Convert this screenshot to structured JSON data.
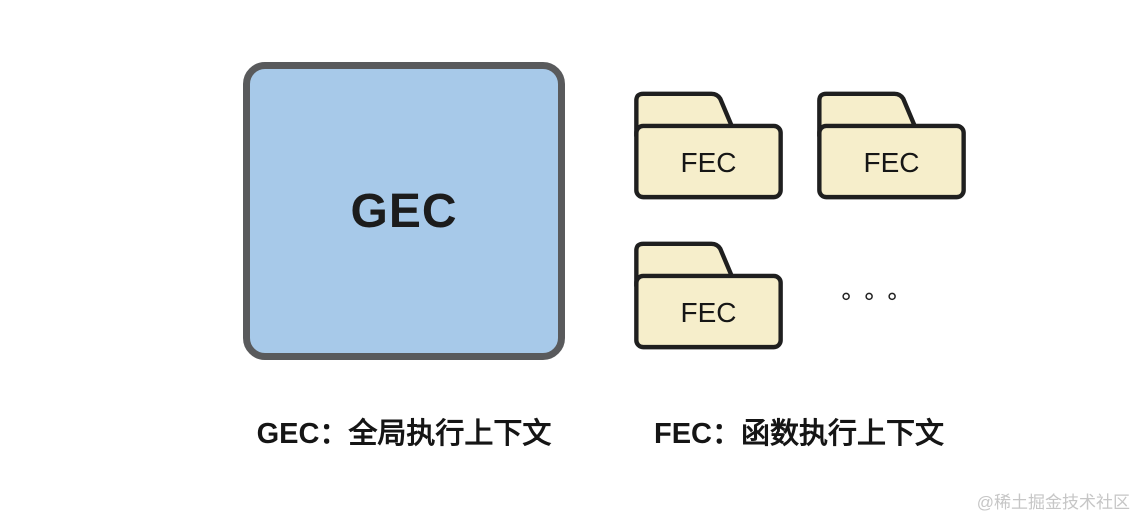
{
  "diagram": {
    "gec_box": {
      "label": "GEC"
    },
    "folders": [
      {
        "label": "FEC"
      },
      {
        "label": "FEC"
      },
      {
        "label": "FEC"
      }
    ],
    "ellipsis": "∘∘∘",
    "captions": {
      "gec": "GEC：全局执行上下文",
      "fec": "FEC：函数执行上下文"
    },
    "watermark": "@稀土掘金技术社区",
    "colors": {
      "gec_fill": "#a7c9e9",
      "gec_border": "#595a5c",
      "folder_fill": "#f6eecb",
      "folder_border": "#1f1f1f",
      "text": "#151515",
      "watermark": "#c6c6c6"
    }
  }
}
